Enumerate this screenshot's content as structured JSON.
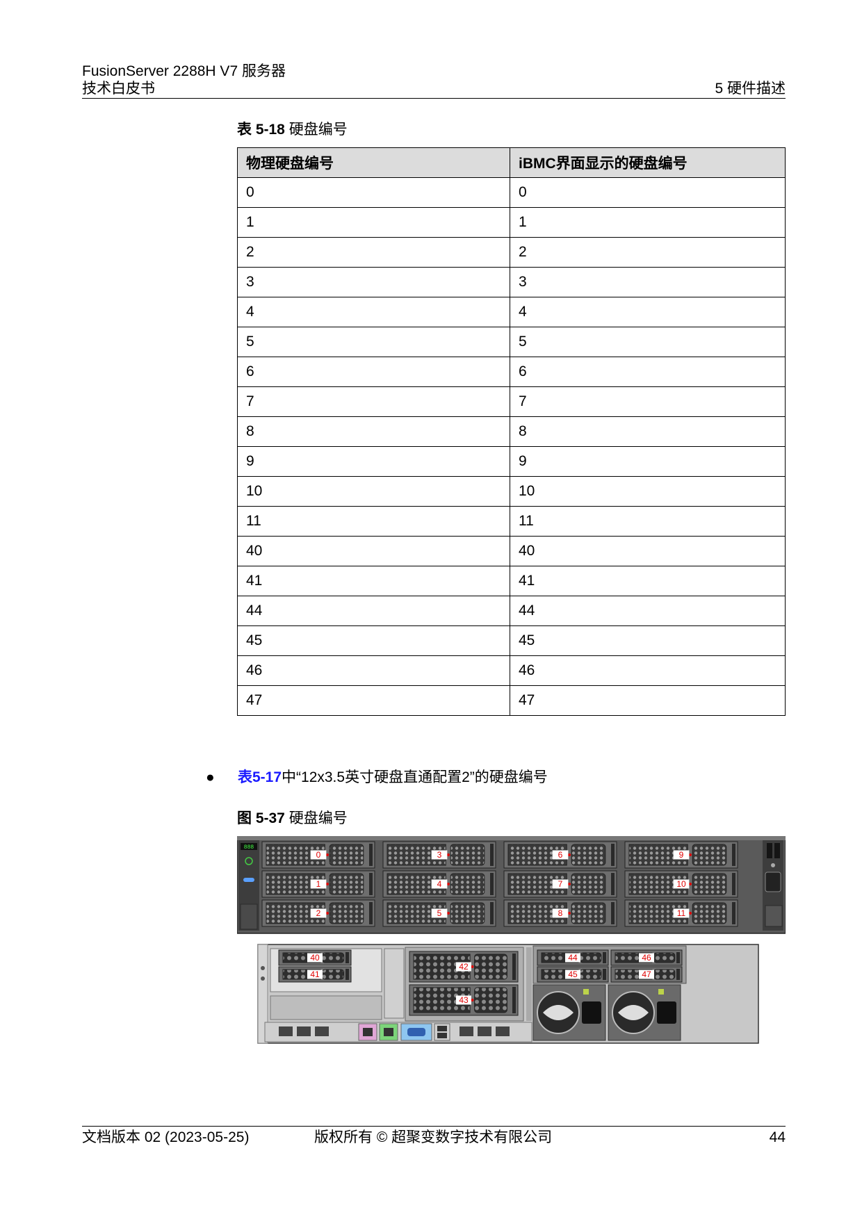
{
  "header": {
    "product": "FusionServer 2288H V7 服务器",
    "doc_type": "技术白皮书",
    "section": "5 硬件描述"
  },
  "table_caption": {
    "number": "表 5-18",
    "title": "硬盘编号"
  },
  "table": {
    "columns": [
      "物理硬盘编号",
      "iBMC界面显示的硬盘编号"
    ],
    "rows": [
      [
        "0",
        "0"
      ],
      [
        "1",
        "1"
      ],
      [
        "2",
        "2"
      ],
      [
        "3",
        "3"
      ],
      [
        "4",
        "4"
      ],
      [
        "5",
        "5"
      ],
      [
        "6",
        "6"
      ],
      [
        "7",
        "7"
      ],
      [
        "8",
        "8"
      ],
      [
        "9",
        "9"
      ],
      [
        "10",
        "10"
      ],
      [
        "11",
        "11"
      ],
      [
        "40",
        "40"
      ],
      [
        "41",
        "41"
      ],
      [
        "44",
        "44"
      ],
      [
        "45",
        "45"
      ],
      [
        "46",
        "46"
      ],
      [
        "47",
        "47"
      ]
    ]
  },
  "bullet": {
    "symbol": "●",
    "xref": "表5-17",
    "text": "中“12x3.5英寸硬盘直通配置2”的硬盘编号"
  },
  "figure_caption": {
    "number": "图 5-37",
    "title": "硬盘编号"
  },
  "figure": {
    "front_slots": [
      [
        "0",
        "3",
        "6",
        "9"
      ],
      [
        "1",
        "4",
        "7",
        "10"
      ],
      [
        "2",
        "5",
        "8",
        "11"
      ]
    ],
    "rear_left_slots": [
      "40",
      "41"
    ],
    "rear_mid_slots": [
      "42",
      "43"
    ],
    "rear_right_slots": [
      [
        "44",
        "46"
      ],
      [
        "45",
        "47"
      ]
    ],
    "label_color": "#e00000"
  },
  "footer": {
    "doc_version": "文档版本 02 (2023-05-25)",
    "copyright": "版权所有 © 超聚变数字技术有限公司",
    "page_number": "44"
  }
}
